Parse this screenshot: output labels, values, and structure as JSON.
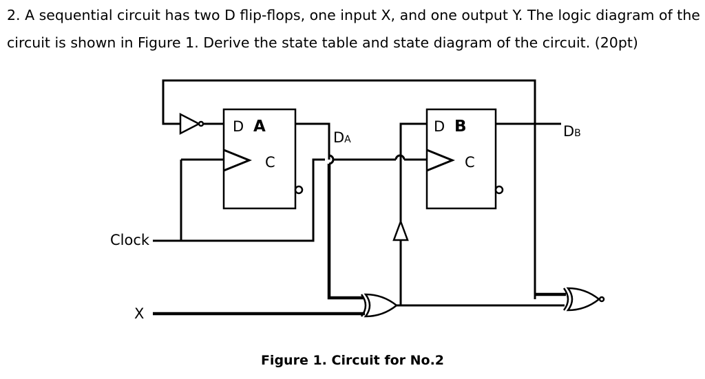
{
  "question": {
    "text": "2. A sequential circuit has two D flip-flops, one input X, and one output Y. The logic diagram of the circuit is shown in Figure 1. Derive the state table and state diagram of the circuit. (20pt)"
  },
  "diagram": {
    "flipflop_a": {
      "d_label": "D",
      "name": "A",
      "clock_label": "C"
    },
    "flipflop_b": {
      "d_label": "D",
      "name": "B",
      "clock_label": "C"
    },
    "wire_label_da": {
      "main": "D",
      "sub": "A"
    },
    "wire_label_db": {
      "main": "D",
      "sub": "B"
    },
    "input_clock": "Clock",
    "input_x": "X",
    "caption": "Figure 1. Circuit for No.2"
  }
}
